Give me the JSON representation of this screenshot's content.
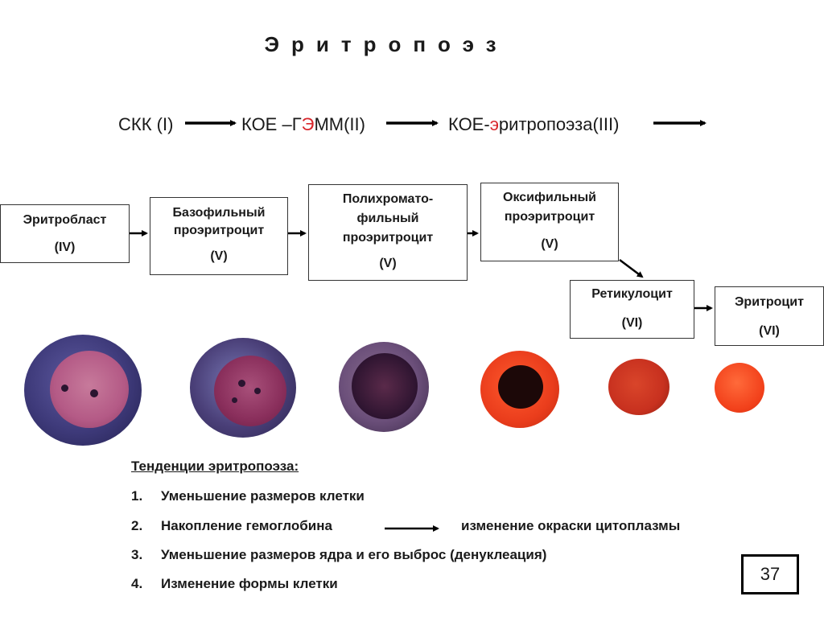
{
  "title": "Эритропоэз",
  "pathway": {
    "step1": "СКК (I)",
    "step2_a": "КОЕ –Г",
    "step2_red": "Э",
    "step2_b": "ММ(II)",
    "step3_a": "КОЕ-",
    "step3_red": "э",
    "step3_b": "ритропоэза(III)"
  },
  "stages": [
    {
      "name": "Эритробласт",
      "stage": "(IV)"
    },
    {
      "name": "Базофильный\nпроэритроцит",
      "stage": "(V)"
    },
    {
      "name": "Полихромато-\nфильный\nпроэритроцит",
      "stage": "(V)"
    },
    {
      "name": "Оксифильный\nпроэритроцит",
      "stage": "(V)"
    },
    {
      "name": "Ретикулоцит",
      "stage": "(VI)"
    },
    {
      "name": "Эритроцит",
      "stage": "(VI)"
    }
  ],
  "cells": [
    {
      "name": "erythroblast-cell",
      "cytoplasm": "#3e3a7a",
      "nucleus": "#b45a86"
    },
    {
      "name": "basophilic-proerythrocyte-cell",
      "cytoplasm": "#4a3f78",
      "nucleus": "#8a2f5c"
    },
    {
      "name": "polychromatophilic-proerythrocyte-cell",
      "cytoplasm": "#6b4f7a",
      "nucleus": "#2d1430"
    },
    {
      "name": "oxyphilic-proerythrocyte-cell",
      "cytoplasm": "#ea3d1c",
      "nucleus": "#1c0808"
    },
    {
      "name": "reticulocyte-cell",
      "cytoplasm": "#c8311f",
      "nucleus": null
    },
    {
      "name": "erythrocyte-cell",
      "cytoplasm": "#f2411b",
      "nucleus": null
    }
  ],
  "trends": {
    "heading": "Тенденции эритропоэза:",
    "items": [
      {
        "num": "1.",
        "text": "Уменьшение размеров клетки",
        "extra": ""
      },
      {
        "num": "2.",
        "text": "Накопление гемоглобина",
        "extra": "изменение окраски цитоплазмы"
      },
      {
        "num": "3.",
        "text": "Уменьшение размеров ядра и его выброс (денуклеация)",
        "extra": ""
      },
      {
        "num": "4.",
        "text": "Изменение формы клетки",
        "extra": ""
      }
    ]
  },
  "page_number": "37"
}
